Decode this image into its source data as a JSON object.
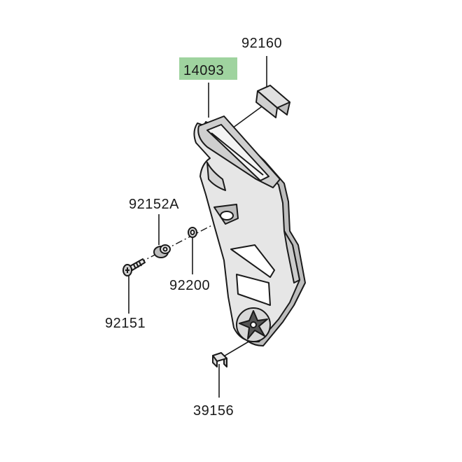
{
  "parts": [
    {
      "id": "14093",
      "highlighted": true
    },
    {
      "id": "92160",
      "highlighted": false
    },
    {
      "id": "92152A",
      "highlighted": false
    },
    {
      "id": "92200",
      "highlighted": false
    },
    {
      "id": "92151",
      "highlighted": false
    },
    {
      "id": "39156",
      "highlighted": false
    }
  ],
  "colors": {
    "highlight": "#9fd39f",
    "line": "#1a1a1a",
    "part_fill": "#e6e6e6",
    "part_shade": "#bdbdbd",
    "background": "#ffffff"
  }
}
